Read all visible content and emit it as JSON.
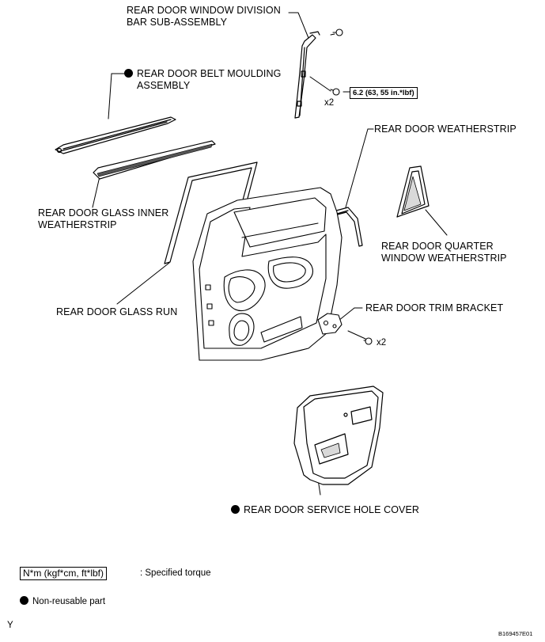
{
  "labels": {
    "division_bar": [
      "REAR DOOR WINDOW DIVISION",
      "BAR SUB-ASSEMBLY"
    ],
    "belt_moulding": [
      "REAR DOOR BELT MOULDING",
      "ASSEMBLY"
    ],
    "weatherstrip": "REAR DOOR WEATHERSTRIP",
    "glass_inner": [
      "REAR DOOR GLASS INNER",
      "WEATHERSTRIP"
    ],
    "quarter_window": [
      "REAR DOOR QUARTER",
      "WINDOW WEATHERSTRIP"
    ],
    "glass_run": "REAR DOOR GLASS RUN",
    "trim_bracket": "REAR DOOR TRIM BRACKET",
    "service_hole": "REAR DOOR SERVICE HOLE COVER"
  },
  "torque_spec": "6.2 (63, 55 in.*lbf)",
  "quantities": {
    "division_bar_bolts": "x2",
    "trim_bracket_screws": "x2"
  },
  "legend": {
    "torque_box_text": "N*m (kgf*cm, ft*lbf)",
    "torque_description": ": Specified torque",
    "nonreusable": "Non-reusable part"
  },
  "corner_mark": "Y",
  "figure_code": "B169457E01",
  "colors": {
    "line": "#000000",
    "background": "#ffffff",
    "shade": "#d9d9d9"
  }
}
